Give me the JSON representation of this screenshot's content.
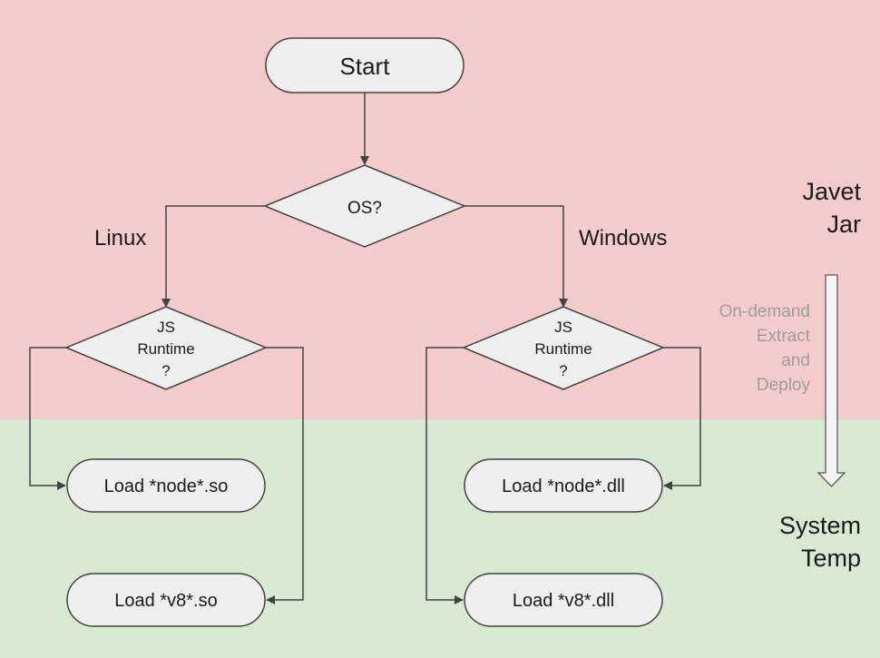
{
  "colors": {
    "upper_region": "#f4cccc",
    "lower_region": "#d9ead3",
    "node_fill": "#efefef",
    "node_stroke": "#434343",
    "edge": "#434343",
    "note_text": "#9e9e9e",
    "arrow_fill": "#f3f3f3"
  },
  "regions": {
    "upper_label_line1": "Javet",
    "upper_label_line2": "Jar",
    "lower_label_line1": "System",
    "lower_label_line2": "Temp"
  },
  "deploy_arrow": {
    "line1": "On-demand",
    "line2": "Extract",
    "line3": "and",
    "line4": "Deploy"
  },
  "nodes": {
    "start": "Start",
    "os_decision": "OS?",
    "linux_runtime_line1": "JS",
    "linux_runtime_line2": "Runtime",
    "linux_runtime_line3": "?",
    "windows_runtime_line1": "JS",
    "windows_runtime_line2": "Runtime",
    "windows_runtime_line3": "?",
    "load_node_so": "Load *node*.so",
    "load_v8_so": "Load *v8*.so",
    "load_node_dll": "Load *node*.dll",
    "load_v8_dll": "Load *v8*.dll"
  },
  "edges": {
    "linux_label": "Linux",
    "windows_label": "Windows"
  }
}
